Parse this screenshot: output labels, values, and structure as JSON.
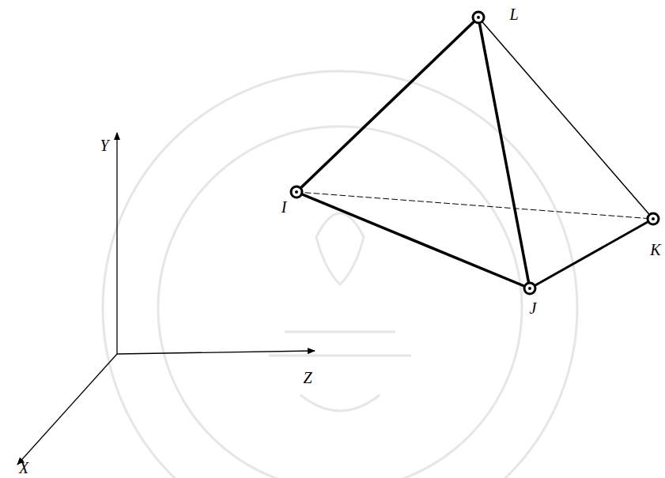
{
  "diagram": {
    "labels": [
      "L",
      "Y",
      "I",
      "K",
      "J",
      "Z",
      "X"
    ]
  }
}
